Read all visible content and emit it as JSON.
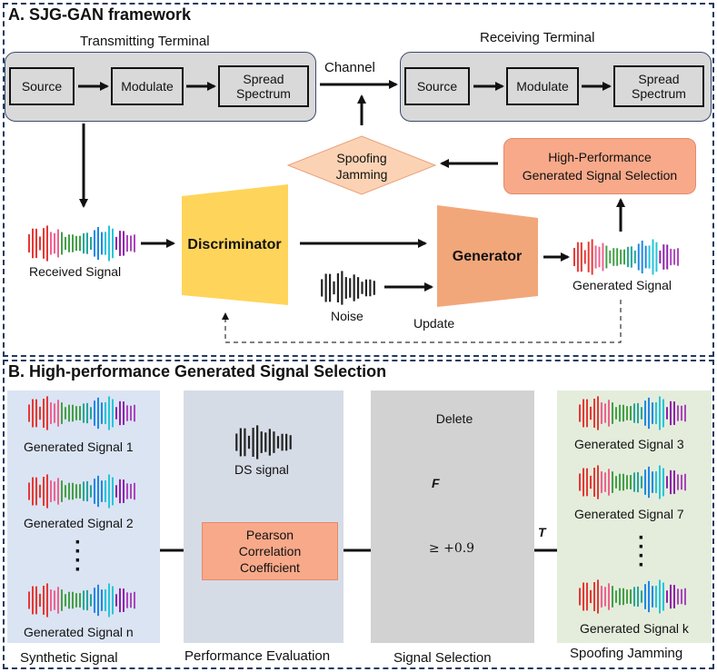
{
  "sectionA": {
    "title": "A. SJG-GAN framework",
    "tx_title": "Transmitting Terminal",
    "rx_title": "Receiving Terminal",
    "tx_blocks": [
      "Source",
      "Modulate",
      "Spread\nSpectrum"
    ],
    "rx_blocks": [
      "Source",
      "Modulate",
      "Spread\nSpectrum"
    ],
    "channel": "Channel",
    "spoofing": "Spoofing\nJamming",
    "selection": "High-Performance\nGenerated Signal Selection",
    "discriminator": "Discriminator",
    "generator": "Generator",
    "received_signal": "Received Signal",
    "noise": "Noise",
    "generated_signal": "Generated Signal",
    "update": "Update"
  },
  "sectionB": {
    "title": "B. High-performance Generated Signal Selection",
    "synthetic": {
      "caption": "Synthetic Signal",
      "signals": [
        "Generated Signal 1",
        "Generated Signal 2",
        "Generated Signal n"
      ]
    },
    "evaluation": {
      "caption": "Performance Evaluation",
      "ds_signal": "DS signal",
      "pearson": "Pearson\nCorrelation\nCoefficient"
    },
    "selection": {
      "caption": "Signal Selection",
      "delete": "Delete",
      "condition": "≥ +0.9",
      "false_label": "F",
      "true_label": "T"
    },
    "spoofing": {
      "caption": "Spoofing Jamming",
      "signals": [
        "Generated Signal 3",
        "Generated Signal 7",
        "Generated Signal k"
      ]
    }
  },
  "colors": {
    "panel_border": "#1f3a5f",
    "discriminator": "#ffd45a",
    "generator": "#f2a77a",
    "spoofing": "#fbd3b4",
    "selection_box": "#f8a98a",
    "synthetic_bg": "#dbe4f3",
    "evaluation_bg": "#d6dce6",
    "selection_bg": "#d2d2d2",
    "spoof_bg": "#e4eddc",
    "delete": "#9fd79b",
    "condition": "#ffdf7a"
  }
}
